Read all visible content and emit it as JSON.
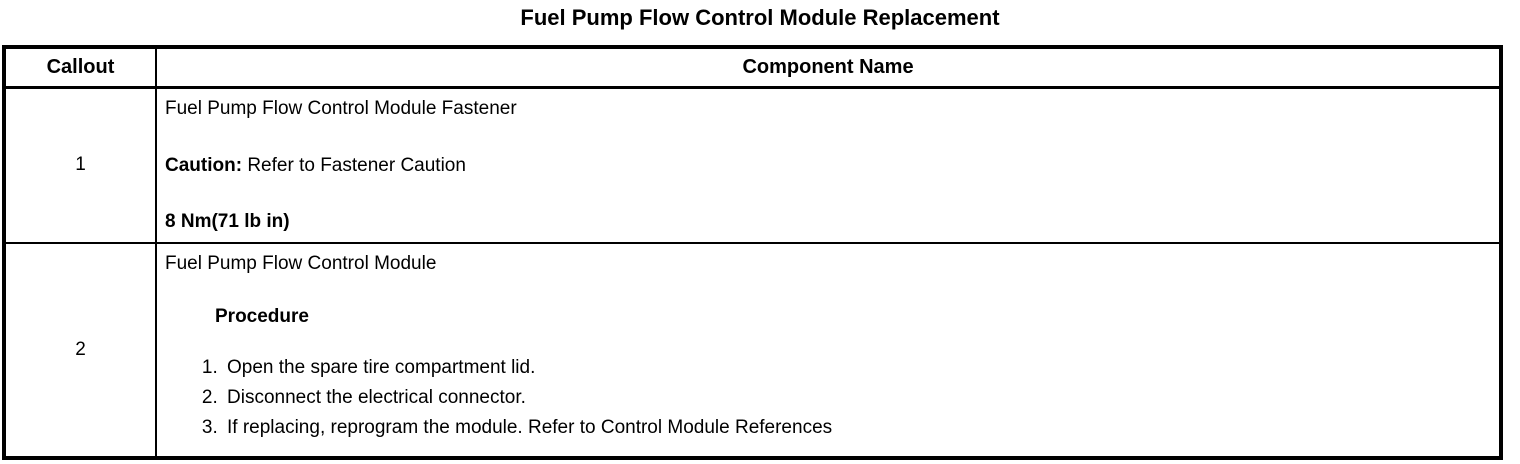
{
  "title": "Fuel Pump Flow Control Module Replacement",
  "colors": {
    "text": "#000000",
    "border": "#000000",
    "background": "#ffffff"
  },
  "table": {
    "headers": {
      "callout": "Callout",
      "component": "Component Name"
    },
    "rows": [
      {
        "callout": "1",
        "component": "Fuel Pump Flow Control Module Fastener",
        "caution_label": "Caution:",
        "caution_text": " Refer to Fastener Caution",
        "torque": "8 Nm(71 lb in)"
      },
      {
        "callout": "2",
        "component": "Fuel Pump Flow Control Module",
        "procedure_label": "Procedure",
        "steps": [
          "Open the spare tire compartment lid.",
          "Disconnect the electrical connector.",
          "If replacing, reprogram the module. Refer to Control Module References"
        ]
      }
    ]
  }
}
